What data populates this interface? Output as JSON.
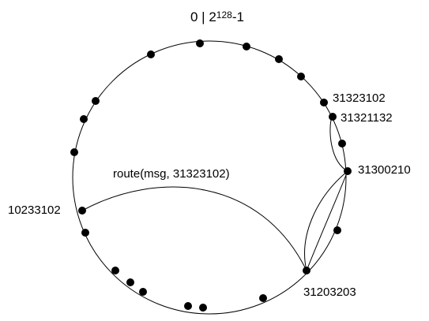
{
  "diagram": {
    "title_prefix": "0  |  2",
    "title_sup": "128",
    "title_suffix": "-1",
    "route_label": "route(msg, 31323102)",
    "nodes": [
      {
        "id": "31323102"
      },
      {
        "id": "31321132"
      },
      {
        "id": "31300210"
      },
      {
        "id": "31203203"
      },
      {
        "id": "10233102"
      }
    ]
  },
  "colors": {
    "stroke": "#000000",
    "node": "#000000",
    "background": "#ffffff"
  }
}
